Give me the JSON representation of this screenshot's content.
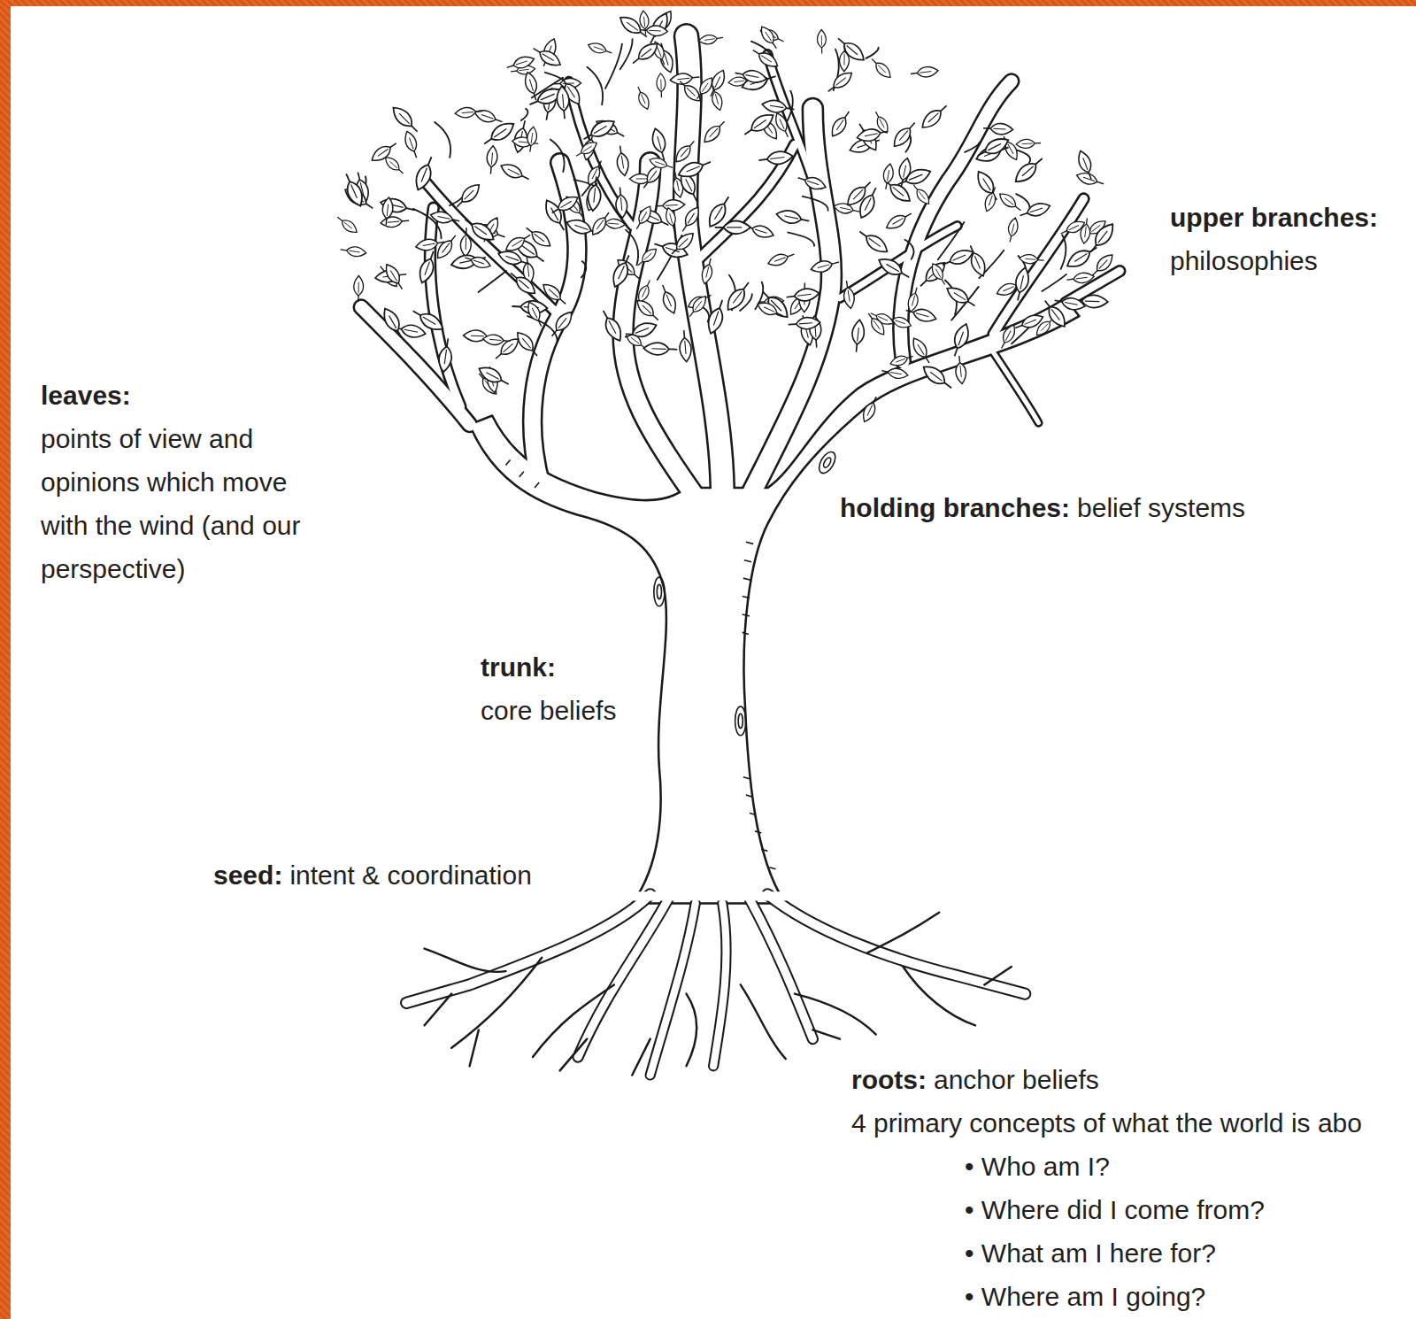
{
  "diagram": {
    "labels": [
      "upper branches:",
      "philosophies",
      "leaves:",
      "points of view and opinions which move with the wind (and our perspective)",
      "holding branches:",
      "belief systems",
      "trunk:",
      "core beliefs",
      "seed:",
      "intent & coordination",
      "roots:",
      "anchor beliefs",
      "4 primary concepts of what the world is abo",
      "• Who am I?",
      "• Where did I come from?",
      "• What am I here for?",
      "• Where am I going?"
    ]
  }
}
